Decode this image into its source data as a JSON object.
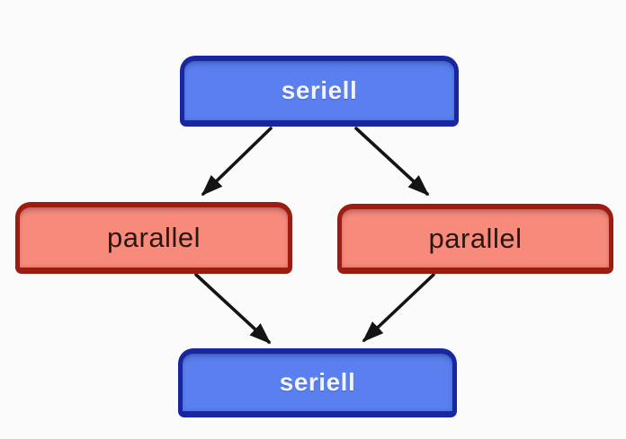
{
  "diagram": {
    "nodes": [
      {
        "id": "seriell-top",
        "label": "seriell",
        "kind": "serial"
      },
      {
        "id": "parallel-left",
        "label": "parallel",
        "kind": "parallel"
      },
      {
        "id": "parallel-right",
        "label": "parallel",
        "kind": "parallel"
      },
      {
        "id": "seriell-bottom",
        "label": "seriell",
        "kind": "serial"
      }
    ],
    "edges": [
      {
        "from": "seriell-top",
        "to": "parallel-left"
      },
      {
        "from": "seriell-top",
        "to": "parallel-right"
      },
      {
        "from": "parallel-left",
        "to": "seriell-bottom"
      },
      {
        "from": "parallel-right",
        "to": "seriell-bottom"
      }
    ],
    "colors": {
      "background": "#fbfbfb",
      "serial_fill": "#5a80f0",
      "serial_border": "#18279f",
      "serial_text": "#f2f5ff",
      "parallel_fill": "#f88a7c",
      "parallel_border": "#9e1b10",
      "parallel_text": "#2a160e",
      "arrow": "#141414"
    }
  }
}
